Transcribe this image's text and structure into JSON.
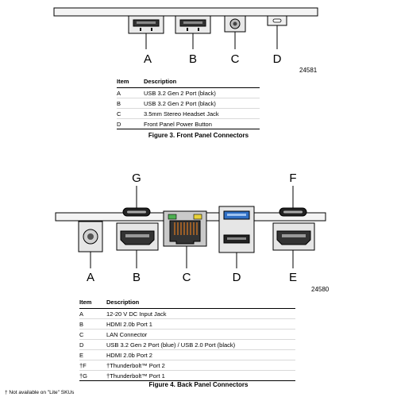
{
  "front": {
    "labels": [
      "A",
      "B",
      "C",
      "D"
    ],
    "figure_number": "24581",
    "table": {
      "header_item": "Item",
      "header_desc": "Description",
      "rows": [
        {
          "item": "A",
          "desc": "USB 3.2 Gen 2 Port (black)"
        },
        {
          "item": "B",
          "desc": "USB 3.2 Gen 2 Port (black)"
        },
        {
          "item": "C",
          "desc": "3.5mm Stereo Headset Jack"
        },
        {
          "item": "D",
          "desc": "Front Panel Power Button"
        }
      ]
    },
    "caption": "Figure 3.  Front Panel Connectors"
  },
  "back": {
    "top_labels": [
      "G",
      "F"
    ],
    "bottom_labels": [
      "A",
      "B",
      "C",
      "D",
      "E"
    ],
    "figure_number": "24580",
    "table": {
      "header_item": "Item",
      "header_desc": "Description",
      "rows": [
        {
          "item": "A",
          "desc": "12-20 V DC Input Jack"
        },
        {
          "item": "B",
          "desc": "HDMI 2.0b Port 1"
        },
        {
          "item": "C",
          "desc": "LAN Connector"
        },
        {
          "item": "D",
          "desc": "USB 3.2 Gen 2 Port (blue) / USB 2.0 Port (black)"
        },
        {
          "item": "E",
          "desc": "HDMI 2.0b Port 2"
        },
        {
          "item": "†F",
          "desc": "†Thunderbolt™ Port 2"
        },
        {
          "item": "†G",
          "desc": "†Thunderbolt™ Port 1"
        }
      ]
    },
    "caption": "Figure 4.  Back Panel Connectors",
    "footnote": "† Not available on \"Lite\" SKUs"
  },
  "colors": {
    "usb_blue": "#2f6fc4",
    "lan_orange": "#e07b22",
    "lan_green": "#4caf50",
    "lan_yellow": "#e8d23a",
    "panel_gray": "#e6e6e6"
  }
}
